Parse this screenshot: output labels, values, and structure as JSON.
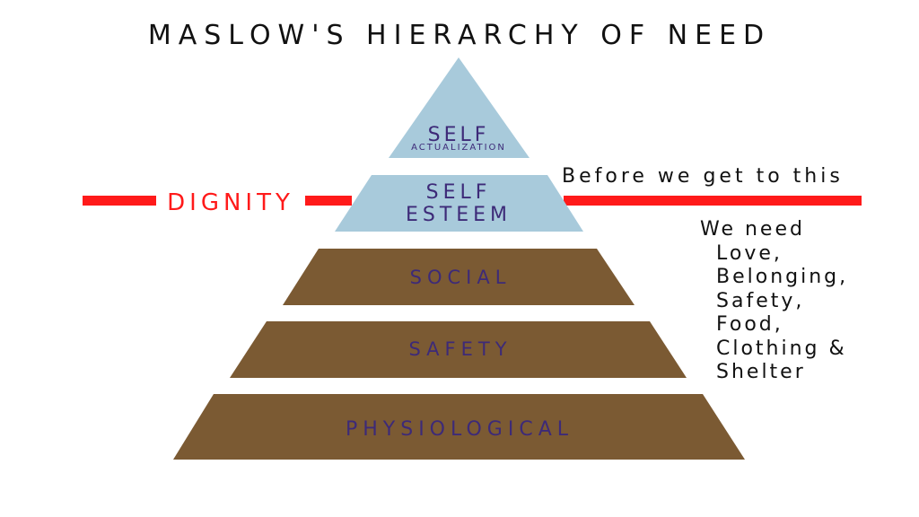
{
  "title": "MASLOW'S HIERARCHY OF NEED",
  "tiers": {
    "self_actualization": {
      "main": "SELF",
      "sub": "ACTUALIZATION"
    },
    "self_esteem": {
      "line1": "SELF",
      "line2": "ESTEEM"
    },
    "social": "SOCIAL",
    "safety": "SAFETY",
    "physiological": "PHYSIOLOGICAL"
  },
  "dignity_label": "DIGNITY",
  "before_text": "Before we get to this",
  "needs": {
    "intro": "We need",
    "items": [
      "Love,",
      "Belonging,",
      "Safety,",
      "Food,",
      "Clothing &",
      "Shelter"
    ]
  },
  "colors": {
    "light_blue": "#a8cadb",
    "brown": "#7b5a33",
    "label_purple": "#3d2a78",
    "dignity_red": "#ff1a1a"
  }
}
